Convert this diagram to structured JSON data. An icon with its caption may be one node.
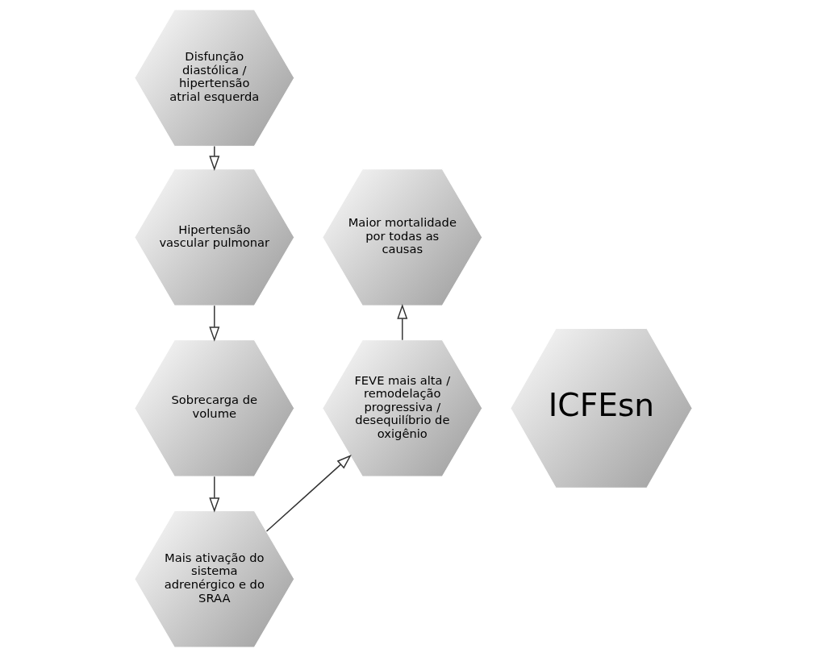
{
  "diagram": {
    "nodes": [
      {
        "text": [
          "Disfunção diastólica / hipertensão atrial esquerda"
        ]
      },
      {
        "text": [
          "Maior mortalidade por todas as causas"
        ]
      },
      {
        "text": [
          "Hipertensão vascular pulmonar"
        ]
      },
      {
        "text": [
          "ICFEsn"
        ]
      },
      {
        "text": [
          "FEVE mais alta / remodelação progressiva / desequilíbrio de oxigênio"
        ]
      },
      {
        "text": [
          "Sobrecarga de volume"
        ]
      },
      {
        "text": [
          "Mais ativação do sistema adrenérgico e do SRAA"
        ]
      }
    ],
    "edges": [
      {
        "from": 0,
        "to": 2,
        "arrow": "to"
      },
      {
        "from": 2,
        "to": 5,
        "arrow": "to"
      },
      {
        "from": 5,
        "to": 6,
        "arrow": "to"
      },
      {
        "from": 6,
        "to": 4,
        "arrow": "to"
      },
      {
        "from": 4,
        "to": 1,
        "arrow": "to"
      }
    ]
  }
}
